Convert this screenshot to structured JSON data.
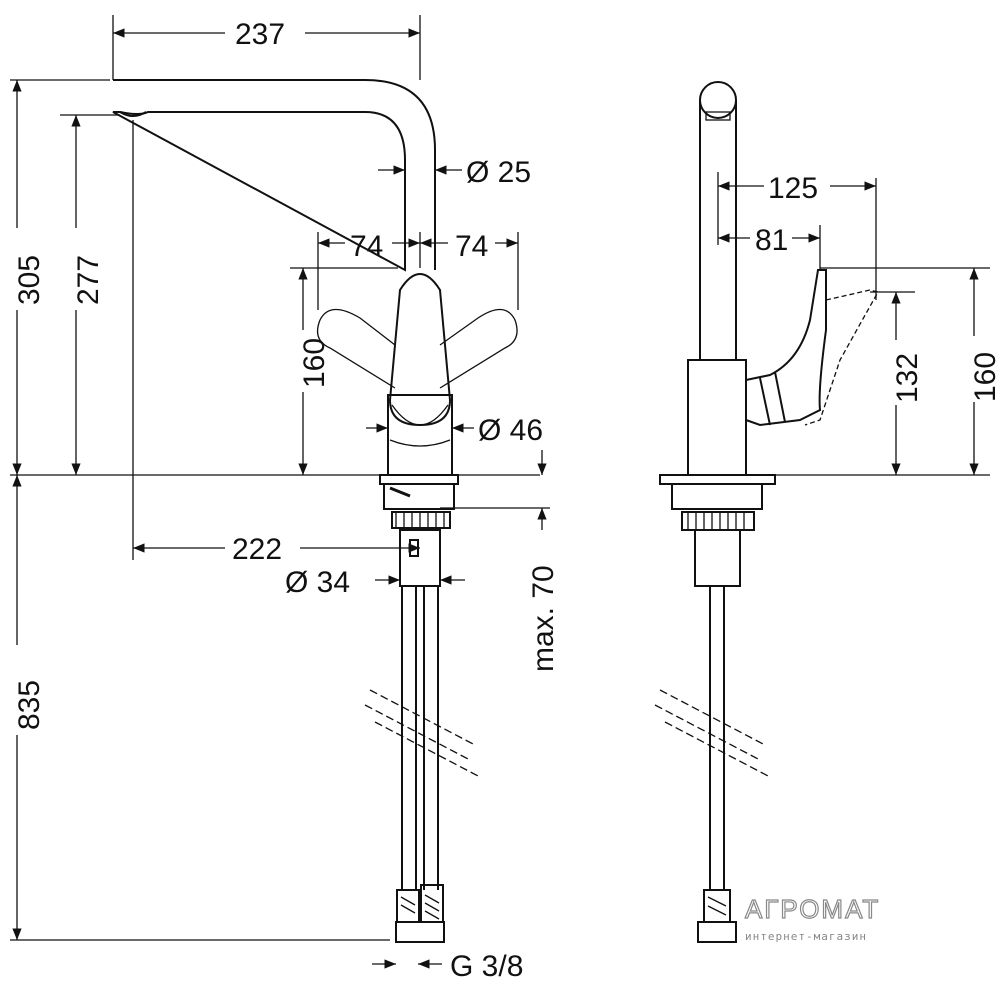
{
  "front_view": {
    "dimensions": {
      "spout_reach": "237",
      "spout_diameter": "Ø 25",
      "lever_swing_left": "74",
      "lever_swing_right": "74",
      "total_height": "305",
      "outlet_height": "277",
      "handle_height": "160",
      "body_diameter": "Ø 46",
      "spout_projection": "222",
      "shank_diameter": "Ø 34",
      "max_counter_thickness": "max. 70",
      "hose_length": "835",
      "connection_thread": "G 3/8"
    }
  },
  "side_view": {
    "dimensions": {
      "lever_reach_max": "125",
      "lever_reach": "81",
      "lever_height_max": "160",
      "lever_height": "132"
    }
  },
  "watermark": {
    "brand": "АГРОМАТ",
    "subtitle": "интернет-магазин"
  }
}
